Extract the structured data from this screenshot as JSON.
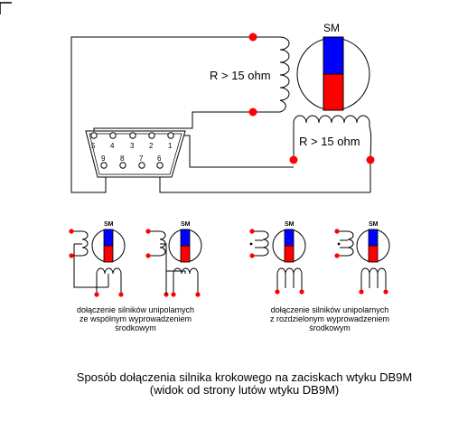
{
  "main_motor": {
    "label": "SM",
    "coil_a_resistance": "R > 15 ohm",
    "coil_b_resistance": "R > 15 ohm"
  },
  "connector": {
    "top_pins": [
      "5",
      "4",
      "3",
      "2",
      "1"
    ],
    "bottom_pins": [
      "9",
      "8",
      "7",
      "6"
    ]
  },
  "mini_diagrams": {
    "motor_label": "SM"
  },
  "captions": {
    "common_center": [
      "dołączenie silników unipolamych",
      "ze wspólnym wyprowadzeniem",
      "środkowym"
    ],
    "separate_center": [
      "dołączenie silników unipolarnych",
      "z rozdzielonym wyprowadzeniem",
      "środkowym"
    ]
  },
  "title": [
    "Sposób dołączenia silnika krokowego na zaciskach wtyku DB9M",
    "(widok od strony lutów wtyku DB9M)"
  ],
  "colors": {
    "pole_north": "#0000ff",
    "pole_south": "#ff0000",
    "terminal": "#ff0000",
    "wire": "#000000"
  }
}
